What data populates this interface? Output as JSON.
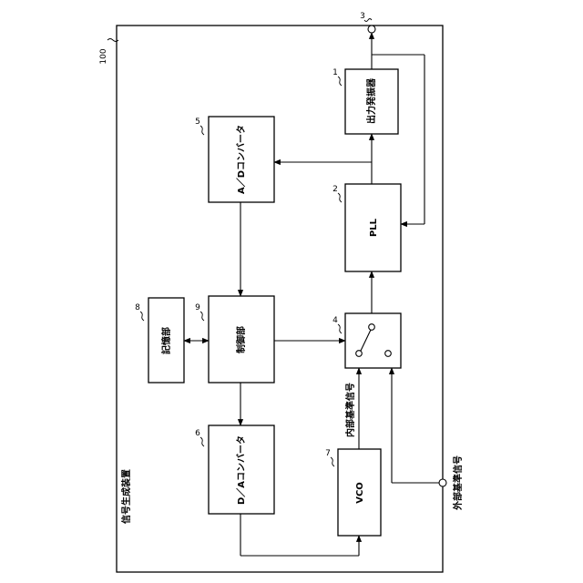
{
  "device": {
    "ref": "100",
    "title": "信号生成装置"
  },
  "blocks": {
    "output_oscillator": {
      "ref": "1",
      "label": "出力発振器"
    },
    "pll": {
      "ref": "2",
      "label": "PLL"
    },
    "ad_converter": {
      "ref": "5",
      "label": "A／Dコンバータ"
    },
    "da_converter": {
      "ref": "6",
      "label": "D／Aコンバータ"
    },
    "vco": {
      "ref": "7",
      "label": "VCO"
    },
    "storage": {
      "ref": "8",
      "label": "記憶部"
    },
    "control": {
      "ref": "9",
      "label": "制御部"
    },
    "switch": {
      "ref": "4"
    }
  },
  "terminals": {
    "output_ref": "3"
  },
  "signals": {
    "internal_reference": "内部基準信号",
    "external_reference": "外部基準信号"
  },
  "colors": {
    "line": "#000000",
    "background": "#ffffff"
  }
}
